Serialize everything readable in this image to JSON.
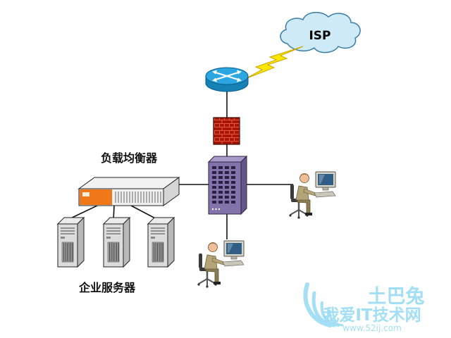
{
  "diagram": {
    "isp_label": "ISP",
    "load_balancer_label": "负载均衡器",
    "servers_label": "企业服务器",
    "icons": {
      "isp-cloud-icon": "cloud",
      "lightning-icon": "lightning-bolt wan link",
      "router-icon": "router cylinder with cross arrows",
      "firewall-icon": "red brick wall",
      "switch-icon": "purple rack switch chassis",
      "load-balancer-icon": "1U appliance with orange faceplate",
      "server-tower-icon": "tower server",
      "workstation-icon": "user sitting at computer"
    },
    "colors": {
      "router_blue": "#2aa7e0",
      "firewall_red": "#a81505",
      "switch_purple": "#8274aa",
      "load_balancer_orange": "#f07818",
      "lightning_yellow": "#ffe600",
      "watermark_blue": "#9bdcf4"
    }
  },
  "watermark": {
    "brand": "土巴兔",
    "site_name": "我爱IT技术网",
    "url": "www.52ij.com"
  }
}
